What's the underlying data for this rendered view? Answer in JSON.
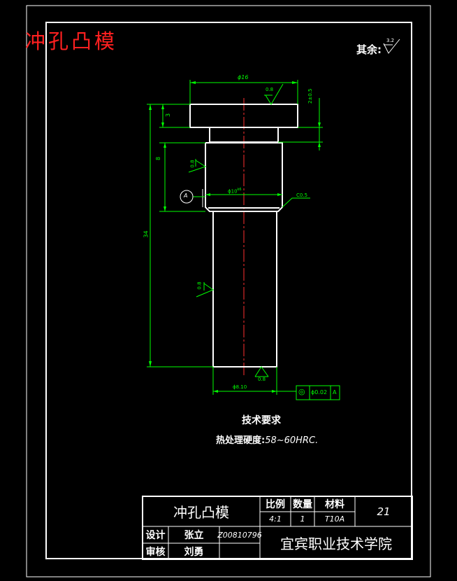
{
  "drawing": {
    "red_title": "冲孔凸模",
    "roughness_prefix": "其余:",
    "roughness_value": "3.2",
    "dims": {
      "head_dia": "ϕ16",
      "head_ra": "0.8",
      "head_h": "3",
      "head_tol": "2±0.5",
      "mid_len": "8",
      "mid_ra": "0.8",
      "mid_dia": "ϕ10",
      "mid_fit": "k6",
      "datum": "A",
      "chamfer": "C0.5",
      "total_len": "34",
      "shank_ra": "0.8",
      "bottom_ra": "0.8",
      "bottom_dia": "ϕ8.10",
      "coax_sym": "◎",
      "coax_val": "ϕ0.02",
      "coax_datum": "A"
    },
    "tech_heading": "技术要求",
    "tech_label": "热处理硬度:",
    "tech_value": "58~60HRC."
  },
  "title_block": {
    "part_name": "冲孔凸模",
    "col_scale": "比例",
    "col_qty": "数量",
    "col_material": "材料",
    "scale": "4:1",
    "qty": "1",
    "material": "T10A",
    "sheet_no": "21",
    "design_label": "设计",
    "designer": "张立",
    "student_id": "Z00810796",
    "review_label": "审核",
    "reviewer": "刘勇",
    "school": "宜宾职业技术学院"
  }
}
